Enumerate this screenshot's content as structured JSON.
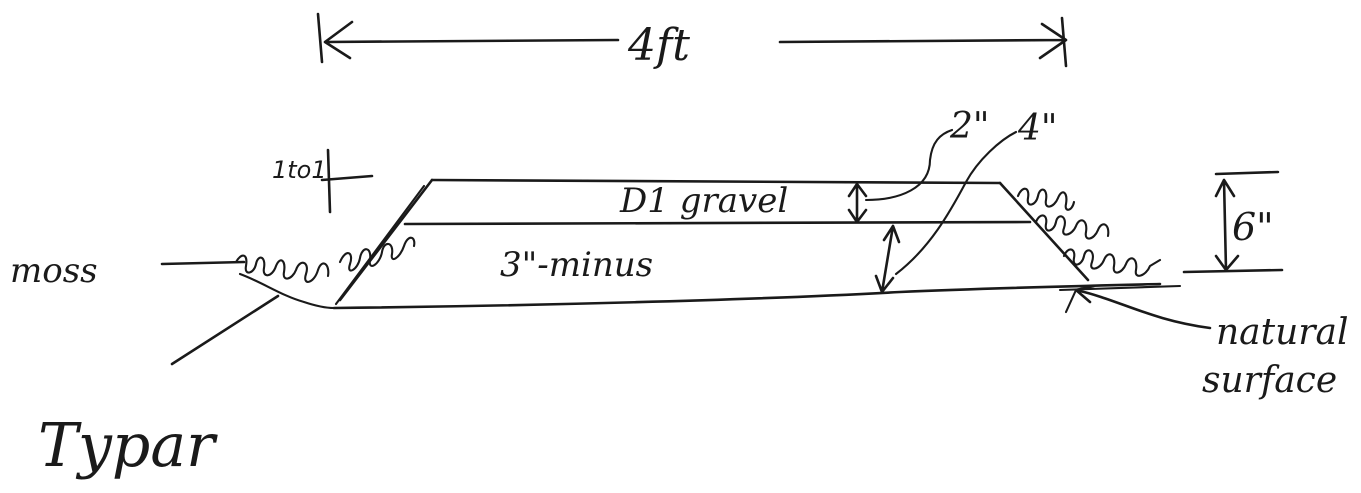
{
  "labels": {
    "width": "4ft",
    "top_thickness": "2\"",
    "base_thickness": "4\"",
    "total_depth": "6\"",
    "slope": "1to1",
    "top_layer": "D1 gravel",
    "base_layer": "3\"-minus",
    "moss": "moss",
    "natural_surface_line1": "natural",
    "natural_surface_line2": "surface",
    "typar": "Typar"
  },
  "colors": {
    "ink": "#1a1a1a",
    "paper": "#ffffff"
  }
}
